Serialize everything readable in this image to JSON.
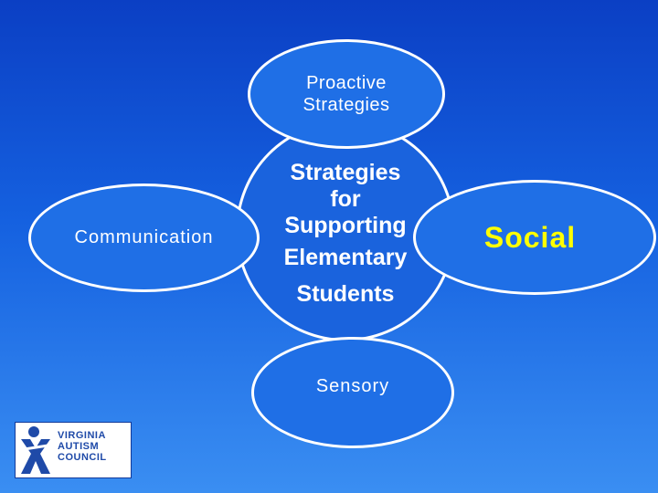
{
  "diagram": {
    "center": {
      "lines": [
        "Strategies",
        "for",
        "Supporting",
        "Elementary",
        "Students"
      ]
    },
    "top": {
      "lines": [
        "Proactive",
        "Strategies"
      ]
    },
    "left": {
      "label": "Communication"
    },
    "right": {
      "label": "Social"
    },
    "bottom": {
      "label": "Sensory"
    }
  },
  "logo": {
    "lines": [
      "VIRGINIA",
      "AUTISM",
      "COUNCIL"
    ],
    "icon": "person-x-icon"
  },
  "colors": {
    "background_top": "#0b3fc4",
    "background_bottom": "#3a8ef2",
    "node_fill": "#1f6fe6",
    "node_border": "#ffffff",
    "highlight_text": "#ffff00"
  }
}
